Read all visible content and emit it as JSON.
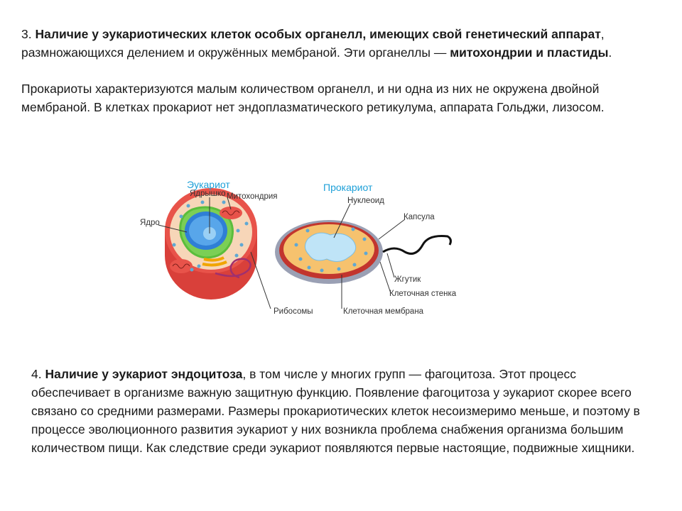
{
  "section3": {
    "num": "3. ",
    "bold1": "Наличие у эукариотических клеток особых органелл, имеющих свой генетический аппарат",
    "text1": ", размножающихся делением и окружённых мембраной. Эти органеллы — ",
    "bold2": "митохондрии и пластиды",
    "text2": "."
  },
  "prokaryote_note": "Прокариоты характеризуются малым количеством органелл, и ни одна из них не окружена двойной мембраной. В клетках прокариот нет эндоплазматического ретикулума, аппарата Гольджи, лизосом.",
  "diagram": {
    "eukaryote_title": "Эукариот",
    "prokaryote_title": "Прокариот",
    "labels": {
      "nucleolus": "Ядрышко",
      "mitochondria": "Митохондрия",
      "nucleus": "Ядро",
      "ribosomes": "Рибосомы",
      "nucleoid": "Нуклеоид",
      "capsule": "Капсула",
      "flagellum": "Жгутик",
      "cell_wall": "Клеточная стенка",
      "cell_membrane": "Клеточная мембрана"
    },
    "colors": {
      "title": "#1ea0d8",
      "cell_outer": "#e8534a",
      "cytoplasm": "#f7d6b8",
      "nucleus": "#2f7fd6",
      "er": "#5bbd3c",
      "prok_capsule": "#9aa0b4",
      "prok_cytoplasm": "#f6c26e",
      "nucleoid": "#bfe4f7"
    }
  },
  "section4": {
    "num": "4. ",
    "bold": "Наличие у эукариот эндоцитоза",
    "text": ", в том числе у многих групп — фагоцитоза. Этот процесс обеспечивает в организме важную защитную функцию. Появление фагоцитоза у эукариот скорее всего связано со средними размерами. Размеры прокариотических клеток несоизмеримо меньше, и поэтому в процессе эволюционного развития эукариот у них возникла проблема снабжения организма большим количеством пищи. Как следствие среди эукариот появляются первые настоящие, подвижные хищники."
  }
}
